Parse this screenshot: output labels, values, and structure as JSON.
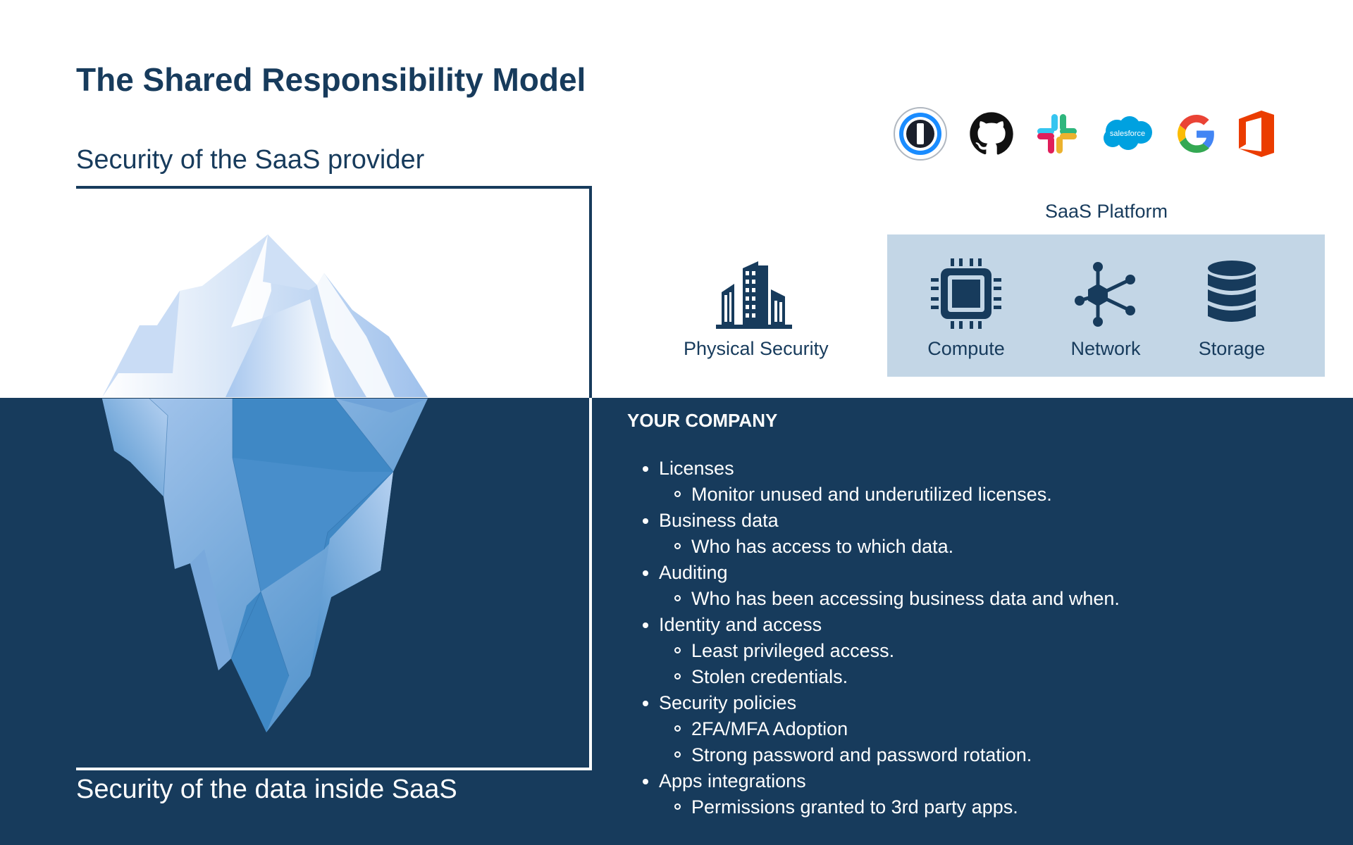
{
  "title": "The Shared Responsibility Model",
  "provider_label": "Security of the SaaS provider",
  "data_label": "Security of the data inside SaaS",
  "logos": [
    {
      "name": "1password-logo"
    },
    {
      "name": "github-logo"
    },
    {
      "name": "slack-logo"
    },
    {
      "name": "salesforce-logo",
      "text": "salesforce"
    },
    {
      "name": "google-logo"
    },
    {
      "name": "office-logo"
    }
  ],
  "physical": {
    "label": "Physical Security",
    "icon": "building-icon"
  },
  "platform": {
    "title": "SaaS Platform",
    "services": [
      {
        "label": "Compute",
        "icon": "cpu-chip-icon"
      },
      {
        "label": "Network",
        "icon": "network-hub-icon"
      },
      {
        "label": "Storage",
        "icon": "database-icon"
      }
    ]
  },
  "company": {
    "heading": "YOUR COMPANY",
    "items": [
      {
        "label": "Licenses",
        "sub": [
          "Monitor unused and underutilized licenses."
        ]
      },
      {
        "label": "Business data",
        "sub": [
          "Who has access to which data."
        ]
      },
      {
        "label": "Auditing",
        "sub": [
          "Who has been accessing business data and when."
        ]
      },
      {
        "label": "Identity and access",
        "sub": [
          "Least privileged access.",
          "Stolen credentials."
        ]
      },
      {
        "label": "Security policies",
        "sub": [
          "2FA/MFA Adoption",
          "Strong password and password rotation."
        ]
      },
      {
        "label": "Apps integrations",
        "sub": [
          "Permissions granted to 3rd party apps."
        ]
      }
    ]
  },
  "colors": {
    "navy": "#173b5c",
    "platform_bg": "#c3d6e6",
    "ice_light": "#a9c8ee",
    "ice_dark": "#3f88c5"
  }
}
